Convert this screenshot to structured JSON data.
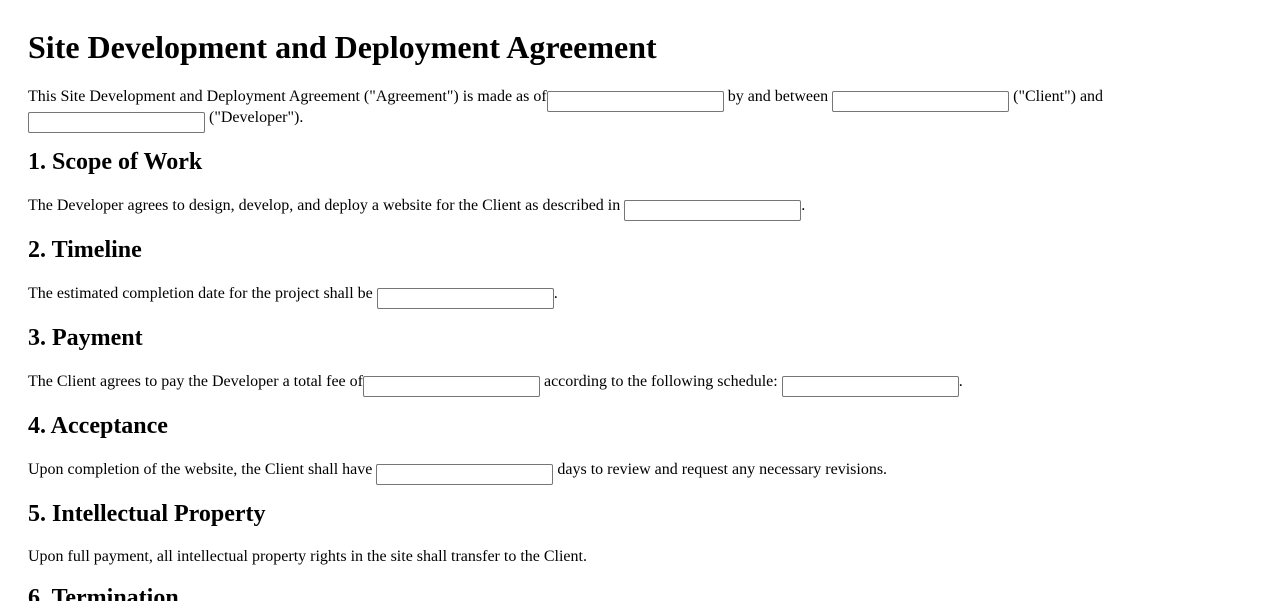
{
  "title": "Site Development and Deployment Agreement",
  "intro": {
    "text1": "This Site Development and Deployment Agreement (\"Agreement\") is made as of",
    "date_field": {
      "value": "",
      "placeholder": ""
    },
    "text2": "by and between",
    "client_field": {
      "value": "",
      "placeholder": ""
    },
    "text3": "(\"Client\") and",
    "developer_field": {
      "value": "",
      "placeholder": ""
    },
    "text4": "(\"Developer\")."
  },
  "sections": [
    {
      "heading": "1. Scope of Work",
      "text1": "The Developer agrees to design, develop, and deploy a website for the Client as described in",
      "field": {
        "value": "",
        "placeholder": ""
      },
      "text2": "."
    },
    {
      "heading": "2. Timeline",
      "text1": "The estimated completion date for the project shall be",
      "field": {
        "value": "",
        "placeholder": ""
      },
      "text2": "."
    },
    {
      "heading": "3. Payment",
      "text1": "The Client agrees to pay the Developer a total fee of",
      "field1": {
        "value": "",
        "placeholder": ""
      },
      "text2": "according to the following schedule:",
      "field2": {
        "value": "",
        "placeholder": ""
      },
      "text3": "."
    },
    {
      "heading": "4. Acceptance",
      "text1": "Upon completion of the website, the Client shall have",
      "field": {
        "value": "",
        "placeholder": ""
      },
      "text2": "days to review and request any necessary revisions."
    },
    {
      "heading": "5. Intellectual Property",
      "text1": "Upon full payment, all intellectual property rights in the site shall transfer to the Client."
    },
    {
      "heading": "6. Termination"
    }
  ]
}
